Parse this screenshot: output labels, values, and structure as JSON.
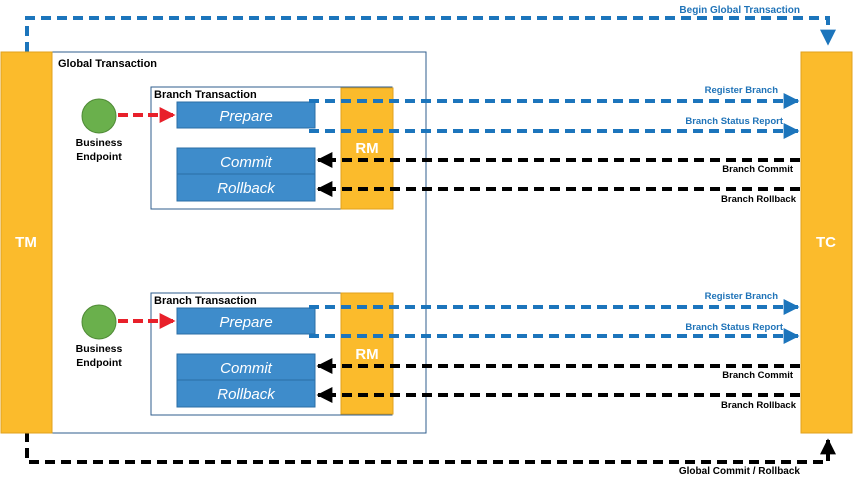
{
  "colors": {
    "orange": "#FBBB2C",
    "orange_stroke": "#E0A21E",
    "blue_fill": "#3E8CCB",
    "blue_stroke": "#2B6EA6",
    "blue_text": "#1F73B8",
    "blue_arrow": "#1C75BC",
    "green": "#6AB04C",
    "red": "#E8202A",
    "black": "#000000",
    "frame": "#2F5E8E"
  },
  "tm": {
    "label": "TM"
  },
  "tc": {
    "label": "TC"
  },
  "global_transaction": {
    "label": "Global Transaction"
  },
  "top_arrow": {
    "label": "Begin Global Transaction"
  },
  "bottom_arrow": {
    "label": "Global Commit / Rollback"
  },
  "branches": [
    {
      "title": "Branch Transaction",
      "endpoint_line1": "Business",
      "endpoint_line2": "Endpoint",
      "prepare": "Prepare",
      "commit": "Commit",
      "rollback": "Rollback",
      "rm": "RM",
      "register_branch": "Register Branch",
      "status_report": "Branch Status Report",
      "branch_commit": "Branch Commit",
      "branch_rollback": "Branch Rollback"
    },
    {
      "title": "Branch Transaction",
      "endpoint_line1": "Business",
      "endpoint_line2": "Endpoint",
      "prepare": "Prepare",
      "commit": "Commit",
      "rollback": "Rollback",
      "rm": "RM",
      "register_branch": "Register Branch",
      "status_report": "Branch Status Report",
      "branch_commit": "Branch Commit",
      "branch_rollback": "Branch Rollback"
    }
  ]
}
